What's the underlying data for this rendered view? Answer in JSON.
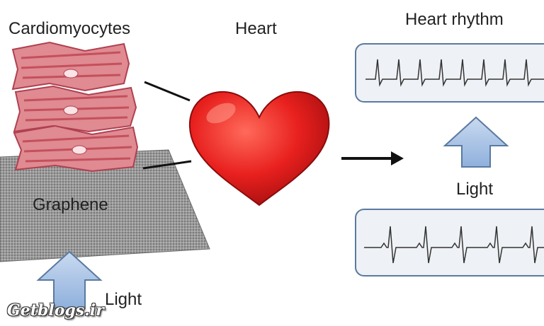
{
  "labels": {
    "cardiomyocytes": "Cardiomyocytes",
    "heart": "Heart",
    "heart_rhythm": "Heart rhythm",
    "graphene": "Graphene",
    "light_right": "Light",
    "light_bottom": "Light"
  },
  "watermark": "Getblogs.ir",
  "colors": {
    "cell_fill": "#e08a92",
    "cell_stripe": "#c4505c",
    "heart_red": "#e8201e",
    "graphene_gray": "#8c8c8c",
    "arrow_blue": "#a9c4e6",
    "panel_bg": "#eef1f5",
    "panel_border": "#5a7aa0"
  },
  "icons": [
    "heart-icon",
    "light-arrow-icon",
    "right-arrow-icon"
  ]
}
